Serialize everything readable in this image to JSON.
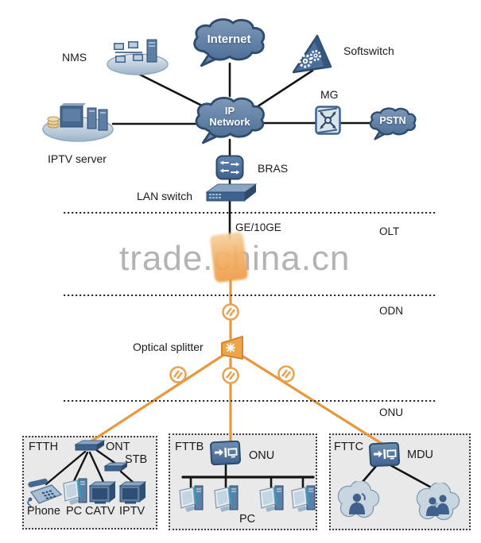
{
  "watermark": "trade.china.cn",
  "colors": {
    "accent_orange": "#E8973A",
    "node_blue": "#46688F",
    "line_black": "#1A1A1A",
    "watermark_gray": "#B3B3B3",
    "panel_gray": "#E9E9E9"
  },
  "core": {
    "nms": "NMS",
    "internet": "Internet",
    "softswitch": "Softswitch",
    "ip_line1": "IP",
    "ip_line2": "Network",
    "mg": "MG",
    "pstn": "PSTN",
    "iptv_server": "IPTV server",
    "bras": "BRAS",
    "lan_switch": "LAN switch",
    "ge": "GE/10GE"
  },
  "layers": {
    "olt": "OLT",
    "odn": "ODN",
    "onu": "ONU"
  },
  "odn": {
    "optical_splitter": "Optical splitter"
  },
  "access": {
    "ftth": {
      "title": "FTTH",
      "ont": "ONT",
      "stb": "STB",
      "phone": "Phone",
      "pc": "PC",
      "catv": "CATV",
      "iptv": "IPTV"
    },
    "fttb": {
      "title": "FTTB",
      "onu": "ONU",
      "pc": "PC"
    },
    "fttc": {
      "title": "FTTC",
      "mdu": "MDU"
    }
  }
}
